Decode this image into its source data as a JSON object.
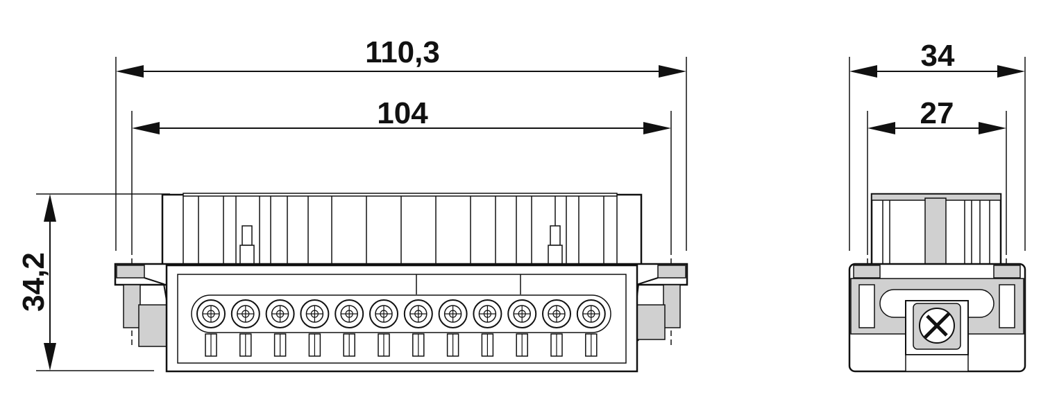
{
  "colors": {
    "line": "#111111",
    "body_fill": "#ffffff",
    "part_gray": "#d0d0d0",
    "dark_gray": "#8a8a8a"
  },
  "dimensions": {
    "front_overall_width": "110,3",
    "front_pitch_width": "104",
    "front_height": "34,2",
    "side_overall_width": "34",
    "side_pitch_width": "27"
  },
  "contacts": {
    "count": 12
  }
}
